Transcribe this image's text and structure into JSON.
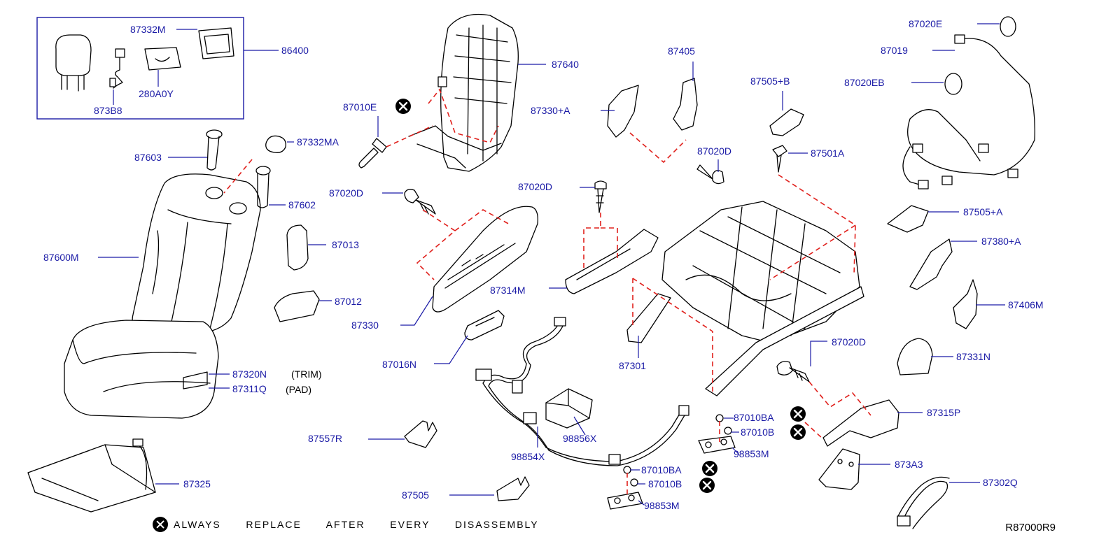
{
  "diagram": {
    "reference_code": "R87000R9",
    "footer_note": "ALWAYS   REPLACE   AFTER   EVERY   DISASSEMBLY",
    "pad_note": "(PAD)",
    "trim_note": "(TRIM)",
    "labels": {
      "p87332M": "87332M",
      "p86400": "86400",
      "p873B8": "873B8",
      "p280A0Y": "280A0Y",
      "p87603": "87603",
      "p87332MA": "87332MA",
      "p87602": "87602",
      "p87600M": "87600M",
      "p87013": "87013",
      "p87012": "87012",
      "p87320N": "87320N",
      "p87311Q": "87311Q",
      "p87325": "87325",
      "p87640": "87640",
      "p87010E": "87010E",
      "p87020D_a": "87020D",
      "p87330": "87330",
      "p87016N": "87016N",
      "p87557R": "87557R",
      "p87505": "87505",
      "p98854X": "98854X",
      "p98856X": "98856X",
      "p87405": "87405",
      "p87330A": "87330+A",
      "p87020D_b": "87020D",
      "p87314M": "87314M",
      "p87020D_c": "87020D",
      "p87505B": "87505+B",
      "p87501A": "87501A",
      "p87301": "87301",
      "p87010BA_a": "87010BA",
      "p87010B_a": "87010B",
      "p98853M_a": "98853M",
      "p87010BA_b": "87010BA",
      "p87010B_b": "87010B",
      "p98853M_b": "98853M",
      "p87020D_d": "87020D",
      "p87020E": "87020E",
      "p87019": "87019",
      "p87020EB": "87020EB",
      "p87505A": "87505+A",
      "p87380A": "87380+A",
      "p87406M": "87406M",
      "p87331N": "87331N",
      "p87315P": "87315P",
      "p873A3": "873A3",
      "p87302Q": "87302Q"
    }
  }
}
